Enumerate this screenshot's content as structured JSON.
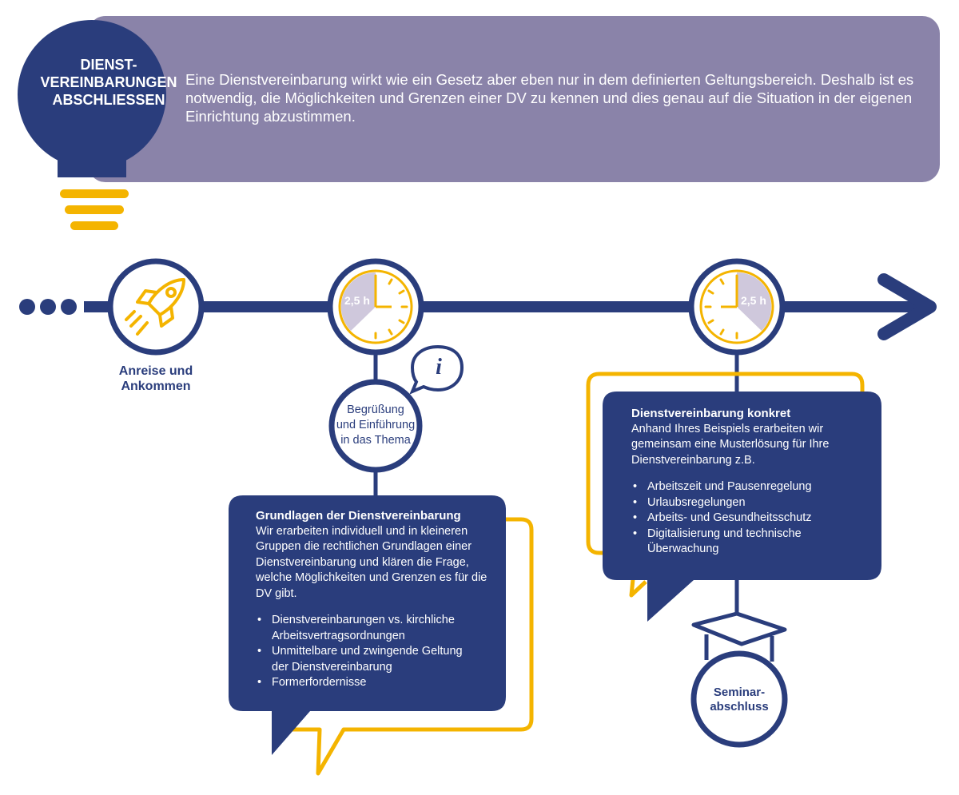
{
  "header": {
    "bulb_title_lines": [
      "DIENST-",
      "VEREINBARUNGEN",
      "ABSCHLIESSEN"
    ],
    "description": "Eine Dienstvereinbarung wirkt wie ein Gesetz aber eben nur in dem definierten Geltungsbereich. Deshalb ist es notwendig, die Möglichkeiten und Grenzen einer DV zu kennen und dies genau auf die Situation in der eigenen Einrichtung abzustimmen."
  },
  "timeline": {
    "arrival_lines": [
      "Anreise und",
      "Ankommen"
    ],
    "clock1_label": "2,5 h",
    "clock2_label": "2,5 h",
    "intro_lines": [
      "Begrüßung",
      "und Einführung",
      "in das Thema"
    ],
    "end_lines": [
      "Seminar-",
      "abschluss"
    ],
    "info_symbol": "i"
  },
  "card1": {
    "title": "Grundlagen der Dienstvereinbarung",
    "body_lines": [
      "Wir erarbeiten individuell und in kleineren",
      "Gruppen die rechtlichen Grundlagen einer",
      "Dienstvereinbarung  und klären die Frage,",
      "welche Möglichkeiten und Grenzen es für die",
      "DV gibt."
    ],
    "bullets": [
      [
        "Dienstvereinbarungen vs. kirchliche",
        "Arbeitsvertragsordnungen"
      ],
      [
        "Unmittelbare und zwingende Geltung",
        "der Dienstvereinbarung"
      ],
      [
        "Formerfordernisse"
      ]
    ]
  },
  "card2": {
    "title": "Dienstvereinbarung konkret",
    "body_lines": [
      "Anhand Ihres Beispiels erarbeiten wir",
      "gemeinsam eine Musterlösung für Ihre",
      "Dienstvereinbarung z.B."
    ],
    "bullets": [
      [
        "Arbeitszeit und Pausenregelung"
      ],
      [
        "Urlaubsregelungen"
      ],
      [
        "Arbeits- und Gesundheitsschutz"
      ],
      [
        "Digitalisierung und technische",
        "Überwachung"
      ]
    ]
  },
  "colors": {
    "navy": "#2a3d7c",
    "purple": "#8a83a9",
    "yellow": "#f4b400",
    "clock_shade": "#cfc8dc"
  }
}
